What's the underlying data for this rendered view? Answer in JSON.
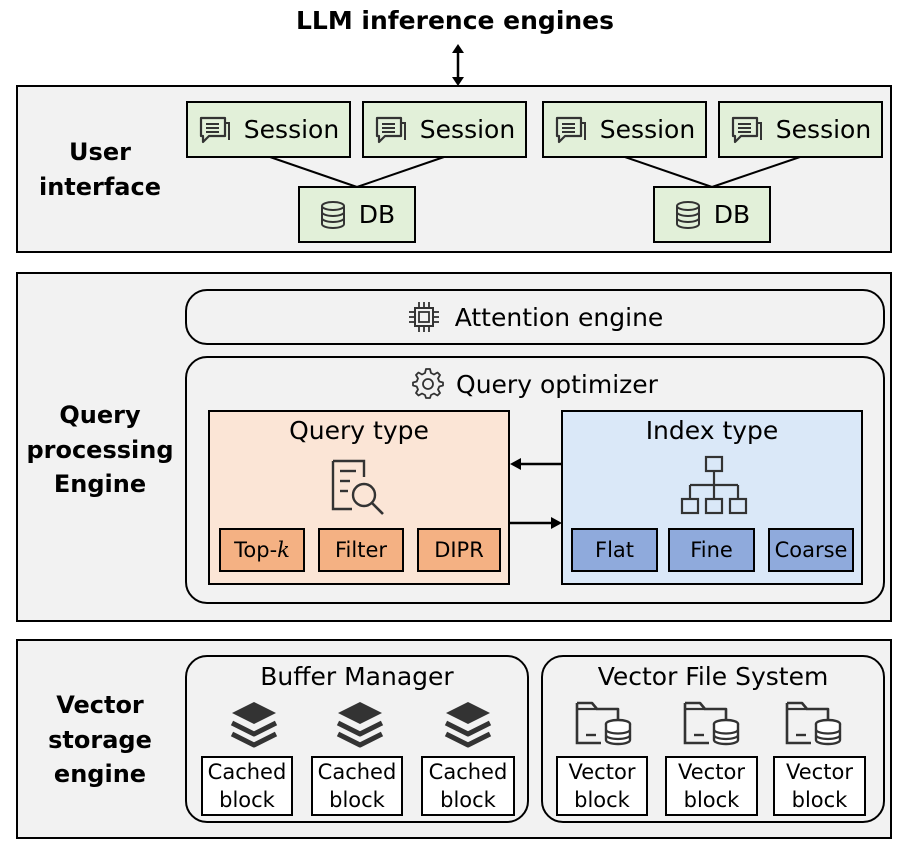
{
  "title": "LLM inference engines",
  "user_interface": {
    "label": "User\ninterface",
    "sessions": [
      "Session",
      "Session",
      "Session",
      "Session"
    ],
    "dbs": [
      "DB",
      "DB"
    ]
  },
  "query_engine": {
    "label": "Query\nprocessing\nEngine",
    "attention": "Attention engine",
    "optimizer": "Query optimizer",
    "query_type": {
      "title": "Query type",
      "items": [
        "Top-",
        "Filter",
        "DIPR"
      ],
      "topk_var": "k"
    },
    "index_type": {
      "title": "Index type",
      "items": [
        "Flat",
        "Fine",
        "Coarse"
      ]
    }
  },
  "storage": {
    "label": "Vector\nstorage\nengine",
    "buffer": {
      "title": "Buffer Manager",
      "items": [
        "Cached\nblock",
        "Cached\nblock",
        "Cached\nblock"
      ]
    },
    "vfs": {
      "title": "Vector File System",
      "items": [
        "Vector\nblock",
        "Vector\nblock",
        "Vector\nblock"
      ]
    }
  },
  "colors": {
    "session_fill": "#e2f0d9",
    "query_type_fill": "#fbe5d6",
    "query_chip_fill": "#f4b183",
    "index_type_fill": "#dae8f8",
    "index_chip_fill": "#8faadc",
    "section_fill": "#f2f2f2"
  },
  "icons": {
    "session": "chat-icon",
    "db": "database-icon",
    "attention": "chip-icon",
    "optimizer": "gear-icon",
    "query_type": "document-search-icon",
    "index_type": "hierarchy-icon",
    "buffer": "layers-icon",
    "vfs": "folder-database-icon"
  }
}
